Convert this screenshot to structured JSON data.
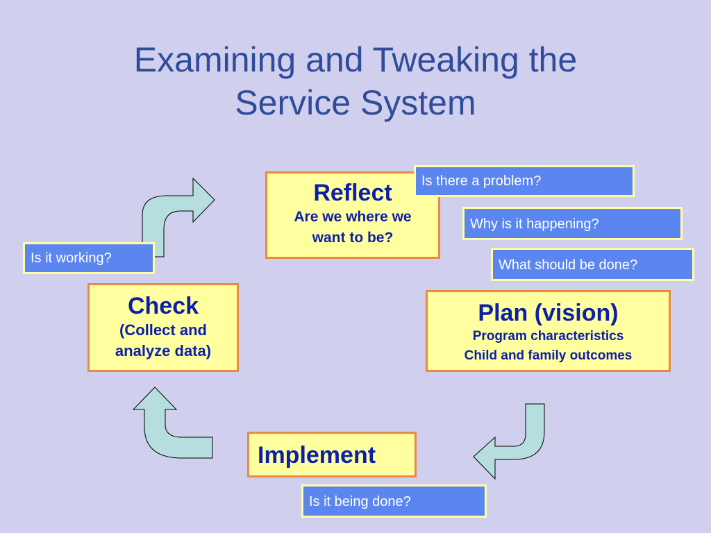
{
  "title": {
    "line1": "Examining and Tweaking the",
    "line2": "Service System"
  },
  "stages": {
    "reflect": {
      "title": "Reflect",
      "subtitle_line1": "Are we where we",
      "subtitle_line2": "want to be?"
    },
    "check": {
      "title": "Check",
      "subtitle_line1": "(Collect and",
      "subtitle_line2": "analyze data)"
    },
    "plan": {
      "title": "Plan (vision)",
      "subtitle_line1": "Program characteristics",
      "subtitle_line2": "Child and family outcomes"
    },
    "implement": {
      "title": "Implement"
    }
  },
  "questions": {
    "problem": "Is there a problem?",
    "happening": "Why is it happening?",
    "should_be_done": "What should be done?",
    "working": "Is it working?",
    "being_done": "Is it being done?"
  },
  "colors": {
    "background": "#d0cfee",
    "title": "#2f4c9a",
    "stage_fill": "#ffffa0",
    "stage_border": "#e88a45",
    "stage_text": "#0b1fa8",
    "question_fill": "#5b86ef",
    "question_border": "#ffffa0",
    "arrow_fill": "#b7dede"
  },
  "icons": {
    "arrows": [
      "curved-arrow-up-right-icon",
      "curved-arrow-down-left-icon",
      "curved-arrow-up-icon"
    ]
  }
}
